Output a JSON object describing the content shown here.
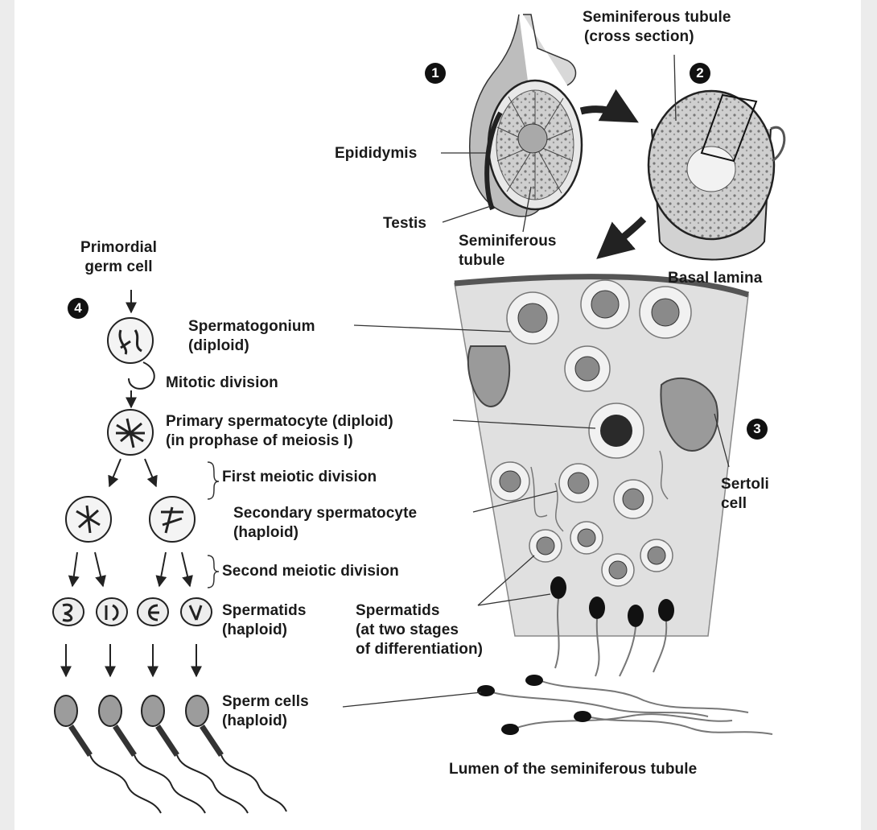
{
  "steps": {
    "s1": "1",
    "s2": "2",
    "s3": "3",
    "s4": "4"
  },
  "labels": {
    "seminiferous_tubule_cross_1": "Seminiferous tubule",
    "seminiferous_tubule_cross_2": "(cross section)",
    "epididymis": "Epididymis",
    "testis": "Testis",
    "seminiferous_tubule_1": "Seminiferous",
    "seminiferous_tubule_2": "tubule",
    "basal_lamina": "Basal lamina",
    "primordial_1": "Primordial",
    "primordial_2": "germ cell",
    "spermatogonium_1": "Spermatogonium",
    "spermatogonium_2": "(diploid)",
    "mitotic_division": "Mitotic division",
    "primary_1": "Primary spermatocyte (diploid)",
    "primary_2": "(in prophase of meiosis I)",
    "first_meiotic": "First meiotic division",
    "secondary_1": "Secondary spermatocyte",
    "secondary_2": "(haploid)",
    "second_meiotic": "Second meiotic division",
    "spermatids_1": "Spermatids",
    "spermatids_2": "(haploid)",
    "spermatids_stage_1": "Spermatids",
    "spermatids_stage_2": "(at two stages",
    "spermatids_stage_3": "of differentiation)",
    "sertoli_1": "Sertoli",
    "sertoli_2": "cell",
    "sperm_cells_1": "Sperm cells",
    "sperm_cells_2": "(haploid)",
    "lumen": "Lumen of the seminiferous tubule"
  }
}
